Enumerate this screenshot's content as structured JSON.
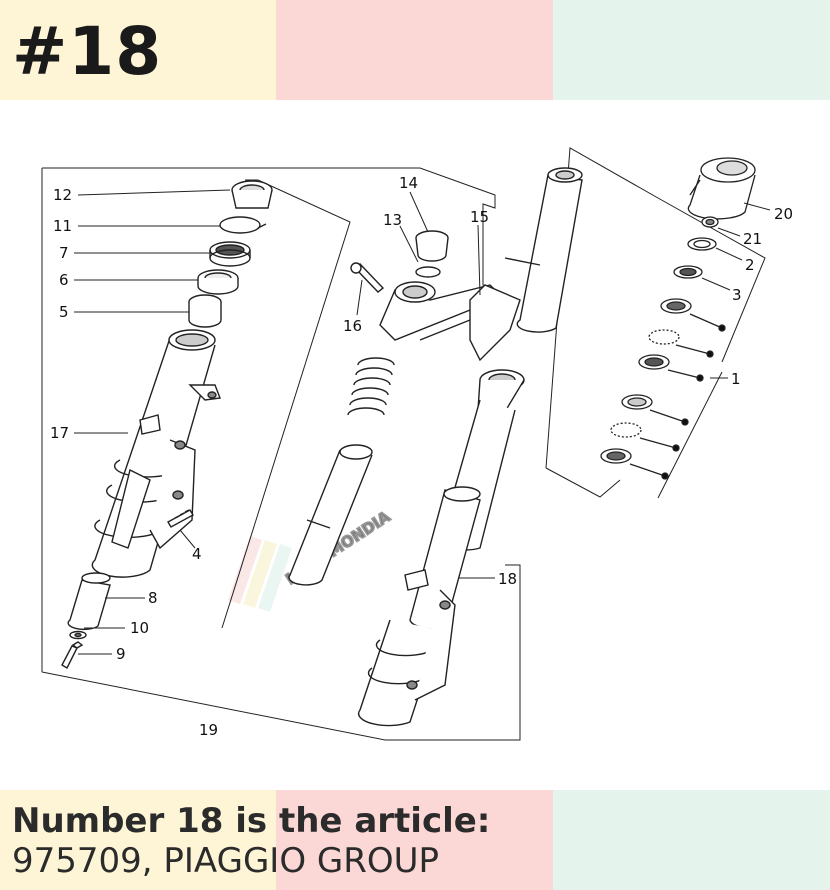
{
  "header": {
    "ref_number": "#18"
  },
  "caption": {
    "title": "Number 18 is the article:",
    "article": "975709, PIAGGIO GROUP"
  },
  "watermark": {
    "text": "MOTOMONDIA"
  },
  "diagram": {
    "callouts": {
      "c1": "1",
      "c2": "2",
      "c3": "3",
      "c4": "4",
      "c5": "5",
      "c6": "6",
      "c7": "7",
      "c8": "8",
      "c9": "9",
      "c10": "10",
      "c11": "11",
      "c12": "12",
      "c13": "13",
      "c14": "14",
      "c15": "15",
      "c16": "16",
      "c17": "17",
      "c18": "18",
      "c19": "19",
      "c20": "20",
      "c21": "21"
    }
  },
  "colors": {
    "band_yellow": "#fdf5d6",
    "band_pink": "#fbd8d6",
    "band_green": "#e4f4ed",
    "text_dark": "#2b2b2b",
    "line": "#222222"
  }
}
